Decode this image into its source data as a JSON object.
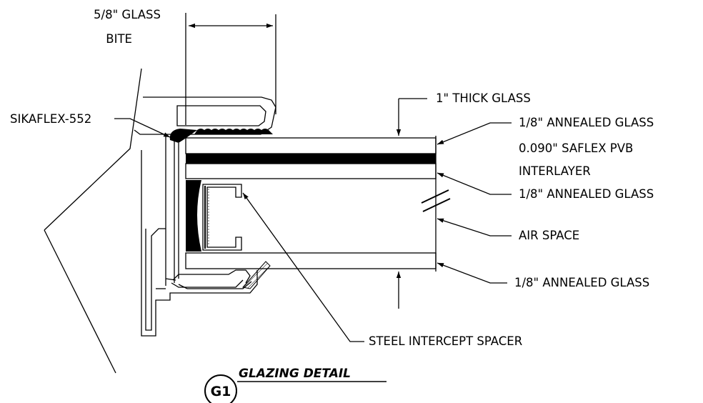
{
  "labels": {
    "glass_bite_line1": "5/8\" GLASS",
    "glass_bite_line2": "BITE",
    "sikaflex": "SIKAFLEX-552",
    "thick_glass": "1\" THICK GLASS",
    "annealed_top": "1/8\" ANNEALED GLASS",
    "saflex_line1": "0.090\" SAFLEX PVB",
    "saflex_line2": "INTERLAYER",
    "annealed_mid": "1/8\" ANNEALED GLASS",
    "air_space": "AIR SPACE",
    "annealed_bottom": "1/8\" ANNEALED GLASS",
    "spacer": "STEEL INTERCEPT SPACER"
  },
  "title": {
    "tag": "G1",
    "text": "GLAZING DETAIL"
  }
}
